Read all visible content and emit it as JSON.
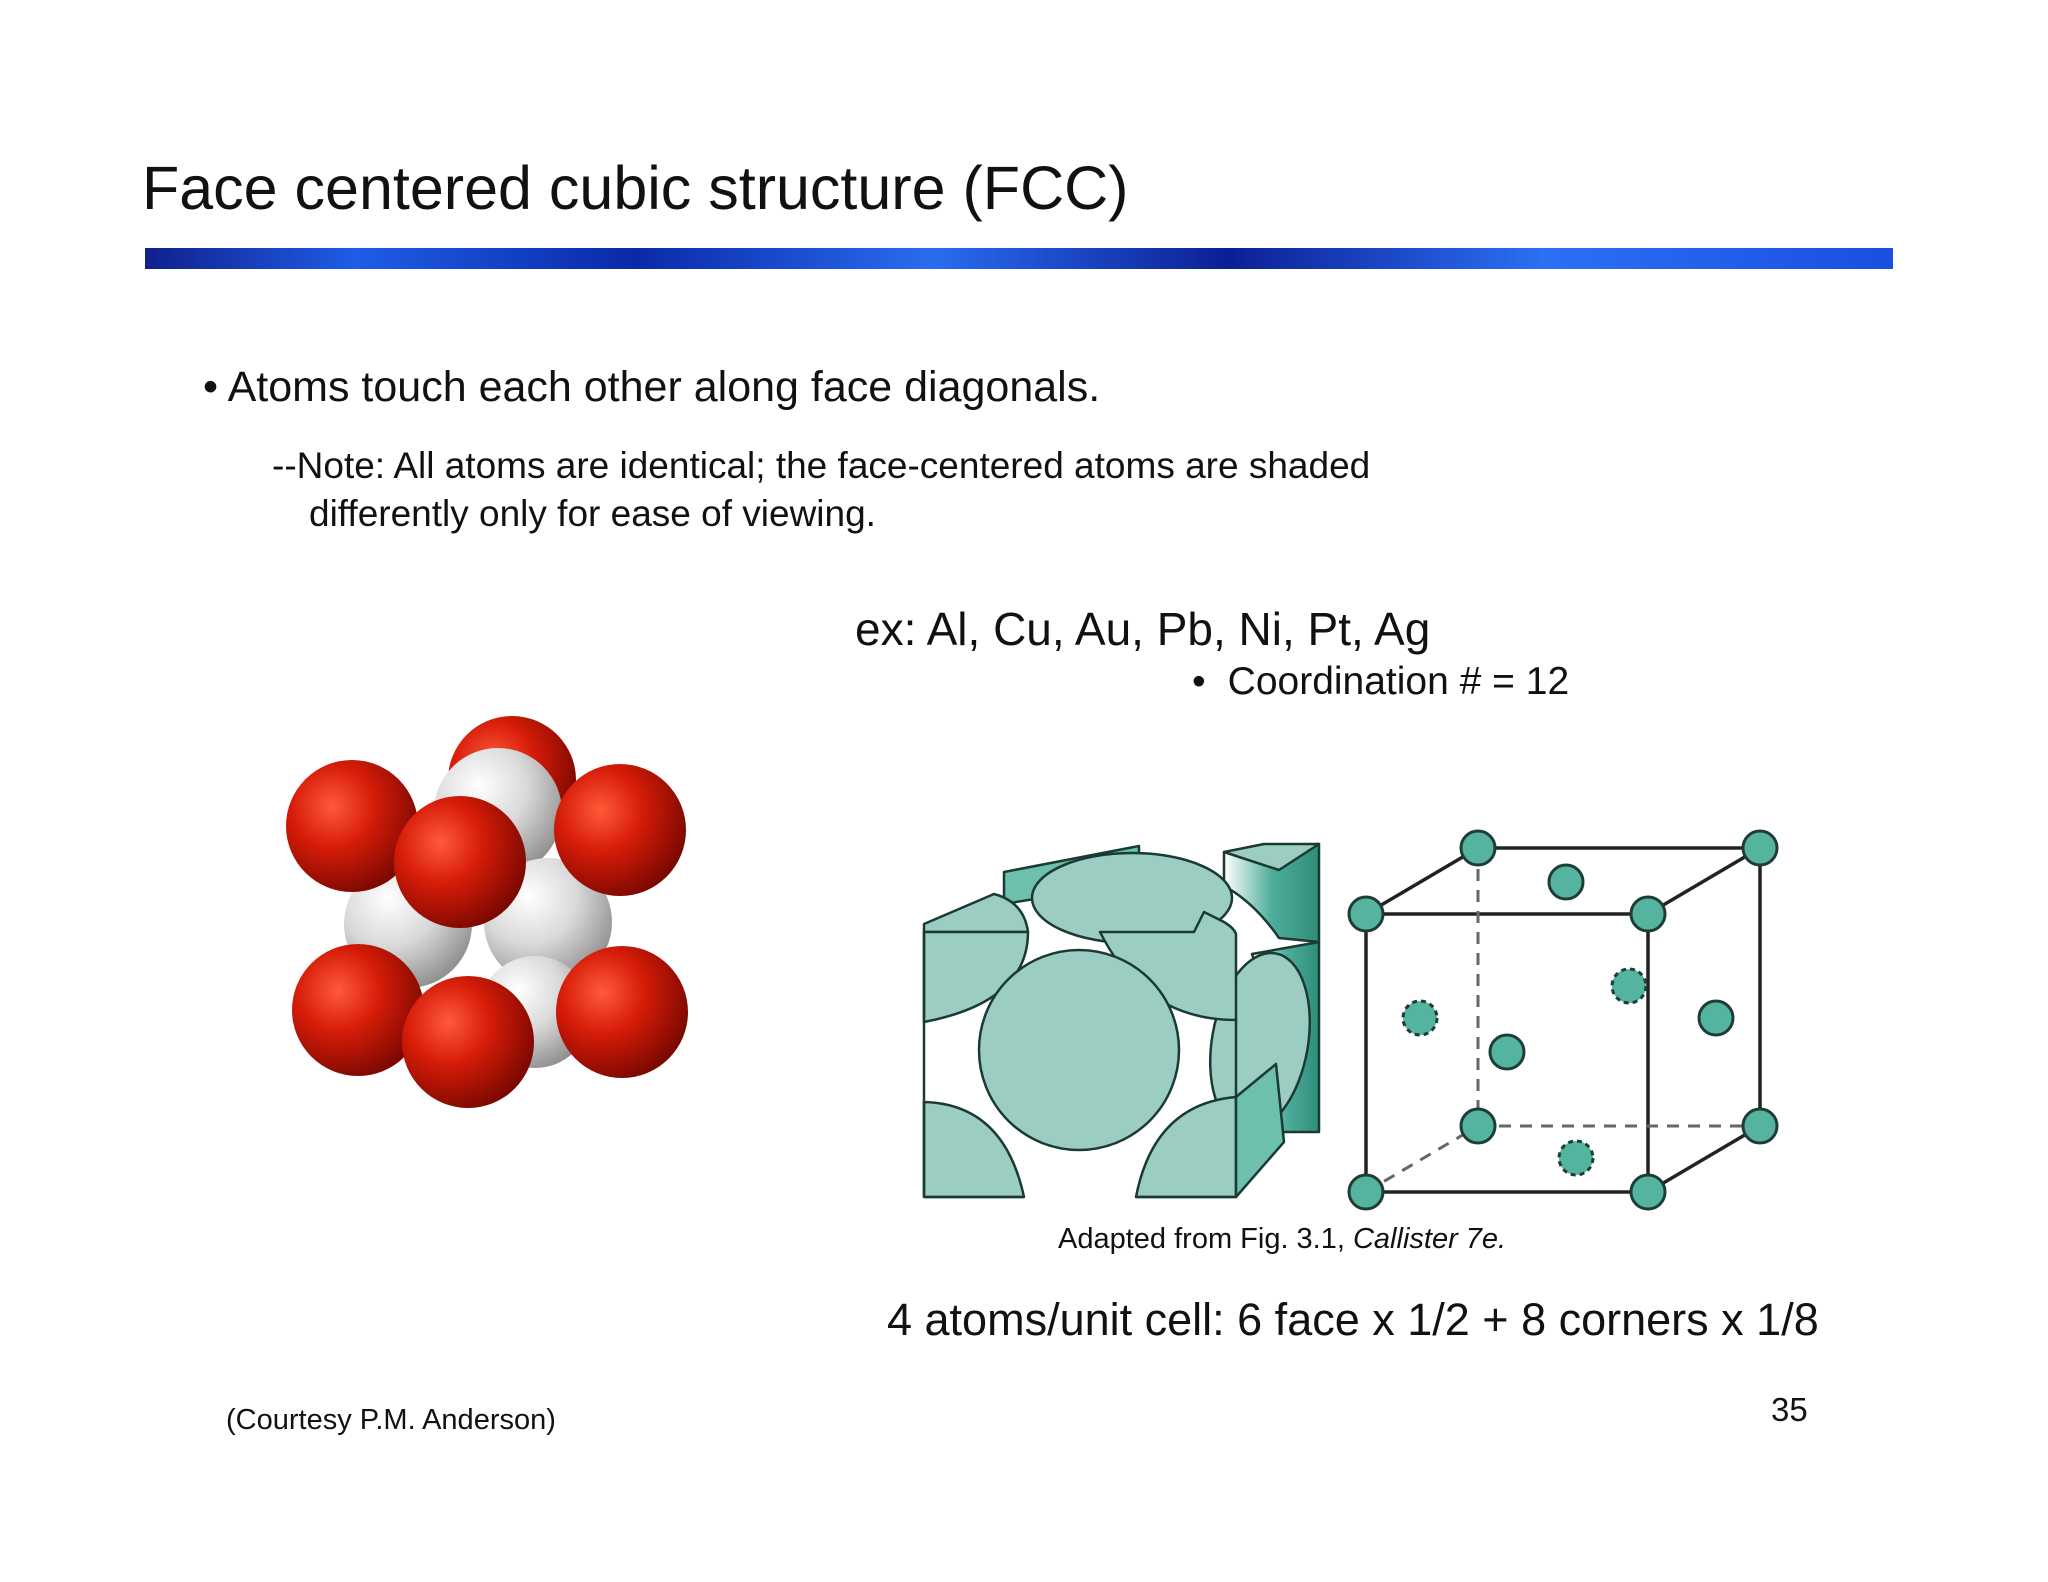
{
  "slide": {
    "title": "Face centered cubic structure (FCC)",
    "bullet": "• Atoms touch each other along face diagonals.",
    "note_line1": "--Note:  All atoms are identical; the face-centered atoms are shaded",
    "note_line2": "differently only for ease of viewing.",
    "examples": "ex: Al, Cu, Au, Pb, Ni, Pt, Ag",
    "coordination_bullet": "•",
    "coordination": "Coordination # = 12",
    "caption_prefix": "Adapted from Fig. 3.1, ",
    "caption_italic": "Callister 7e.",
    "atoms_per_cell": "4 atoms/unit cell: 6 face x 1/2 + 8 corners x 1/8",
    "courtesy": "(Courtesy P.M. Anderson)",
    "page_number": "35"
  },
  "colors": {
    "title_bar_dark": "#10208c",
    "title_bar_light": "#2a6cf0",
    "corner_atom": "#c81a0a",
    "face_atom": "#d8d8d8",
    "teal_fill": "#9ccdc3",
    "teal_dark": "#4fae9b",
    "teal_dot": "#55b4a0"
  }
}
